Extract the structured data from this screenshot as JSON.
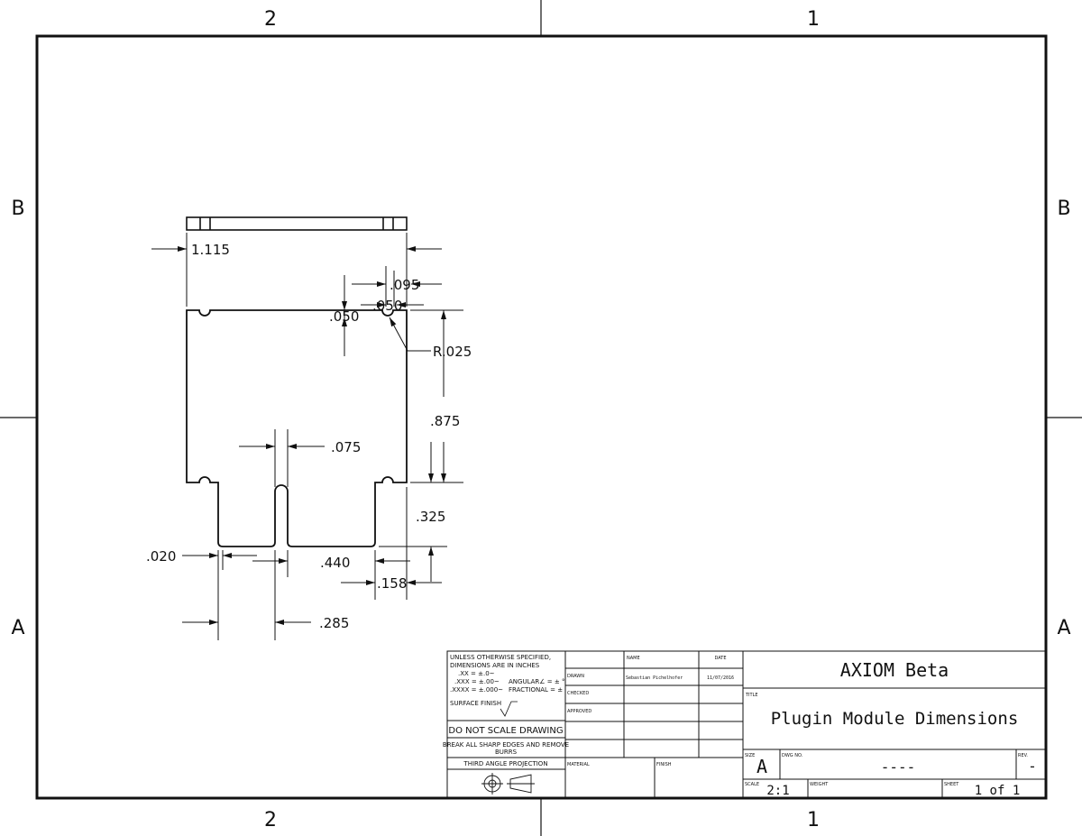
{
  "zones": {
    "top": [
      "2",
      "1"
    ],
    "bottom": [
      "2",
      "1"
    ],
    "left": [
      "B",
      "A"
    ],
    "right": [
      "B",
      "A"
    ]
  },
  "dimensions": {
    "overall_width": "1.115",
    "slot_width": ".095",
    "notch_offset": ".050",
    "notch_depth": ".050",
    "radius": "R.025",
    "body_height": ".875",
    "center_slot_width": ".075",
    "leg_height": ".325",
    "leg_inset": ".020",
    "leg_width": ".440",
    "leg_offset": ".158",
    "slot_position": ".285"
  },
  "title_block": {
    "tolerances": {
      "line1": "UNLESS OTHERWISE SPECIFIED,",
      "line2": "DIMENSIONS ARE IN INCHES",
      "xx": ".XX = ±.0~",
      "xxx": ".XXX = ±.00~",
      "xxxx": ".XXXX = ±.000~",
      "angular": "ANGULAR∠ = ± °",
      "fractional": "FRACTIONAL = ±"
    },
    "surface_finish": "SURFACE FINISH",
    "do_not_scale": "DO NOT SCALE DRAWING",
    "break_edges_1": "BREAK ALL SHARP EDGES AND REMOVE",
    "break_edges_2": "BURRS",
    "projection": "THIRD ANGLE PROJECTION",
    "col_name": "NAME",
    "col_date": "DATE",
    "row_drawn": "DRAWN",
    "row_checked": "CHECKED",
    "row_approved": "APPROVED",
    "drawn_name": "Sebastian Pichelhofer",
    "drawn_date": "11/07/2016",
    "material_label": "MATERIAL",
    "finish_label": "FINISH",
    "company": "AXIOM Beta",
    "title_label": "TITLE",
    "title": "Plugin Module Dimensions",
    "size_label": "SIZE",
    "size": "A",
    "dwg_no_label": "DWG NO.",
    "dwg_no": "----",
    "rev_label": "REV.",
    "rev": "-",
    "scale_label": "SCALE",
    "scale": "2:1",
    "weight_label": "WEIGHT",
    "sheet_label": "SHEET",
    "sheet": "1 of 1"
  }
}
